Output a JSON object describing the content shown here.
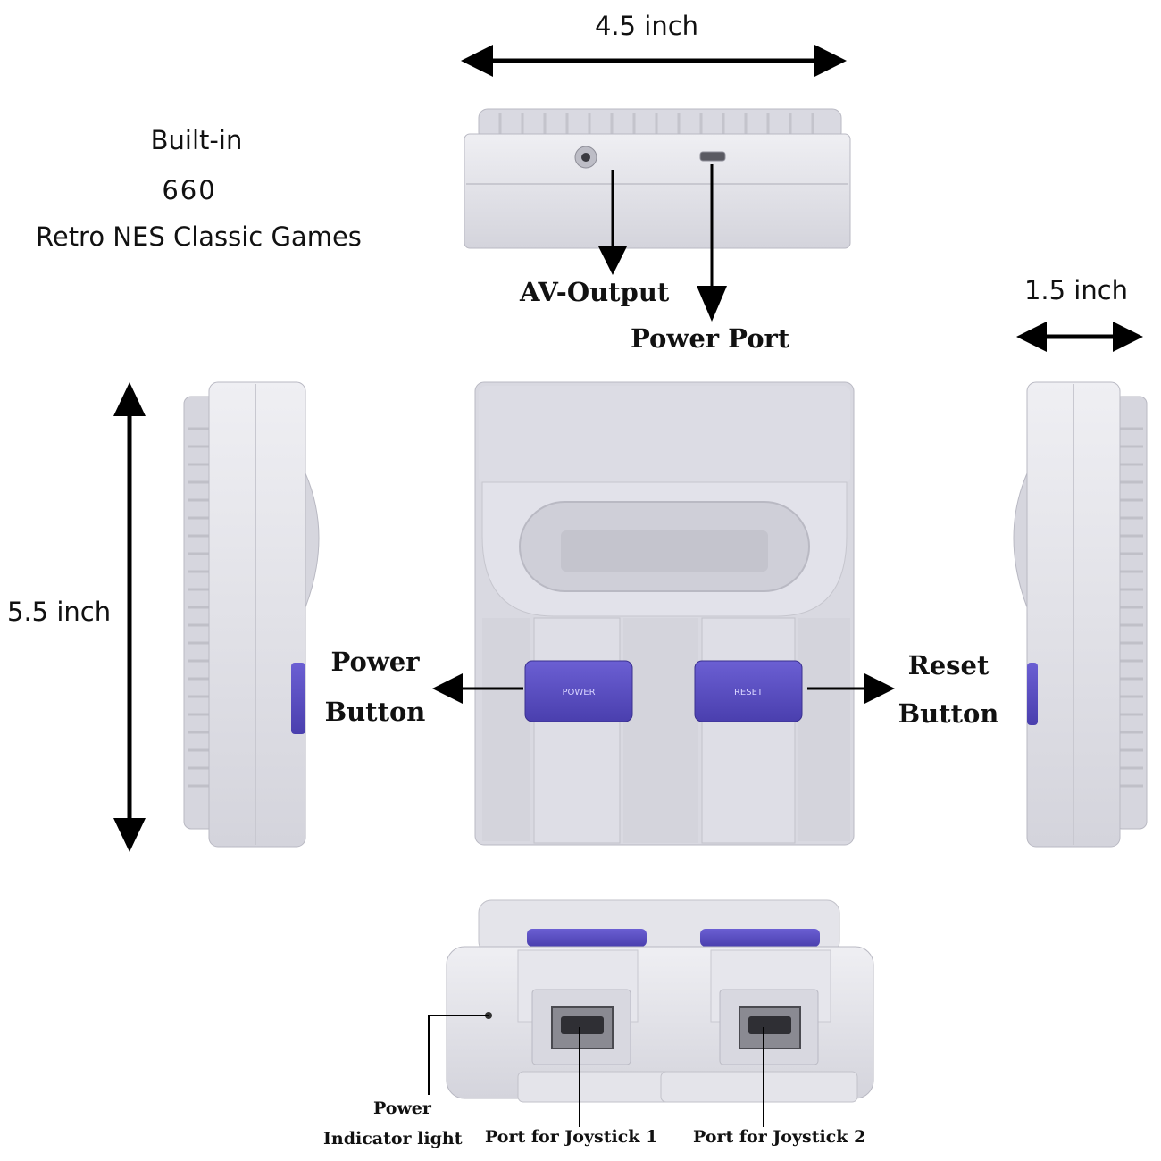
{
  "promo": {
    "line1": "Built-in",
    "line2": "660",
    "line3": "Retro NES Classic Games"
  },
  "dimensions": {
    "width": "4.5 inch",
    "depth": "1.5 inch",
    "height": "5.5 inch"
  },
  "callouts": {
    "av_output": "AV-Output",
    "power_port": "Power Port",
    "power_button_line1": "Power",
    "power_button_line2": "Button",
    "reset_button_line1": "Reset",
    "reset_button_line2": "Button",
    "power_indicator_line1": "Power",
    "power_indicator_line2": "Indicator light",
    "joystick_port_1": "Port for Joystick 1",
    "joystick_port_2": "Port for Joystick 2"
  },
  "console_labels": {
    "power_switch": "POWER",
    "reset_switch": "RESET"
  },
  "colors": {
    "console_body": "#d9d9e1",
    "console_light": "#ececf1",
    "console_shadow": "#b9b9c3",
    "accent_purple": "#5b4fc0",
    "arrow": "#000000"
  }
}
